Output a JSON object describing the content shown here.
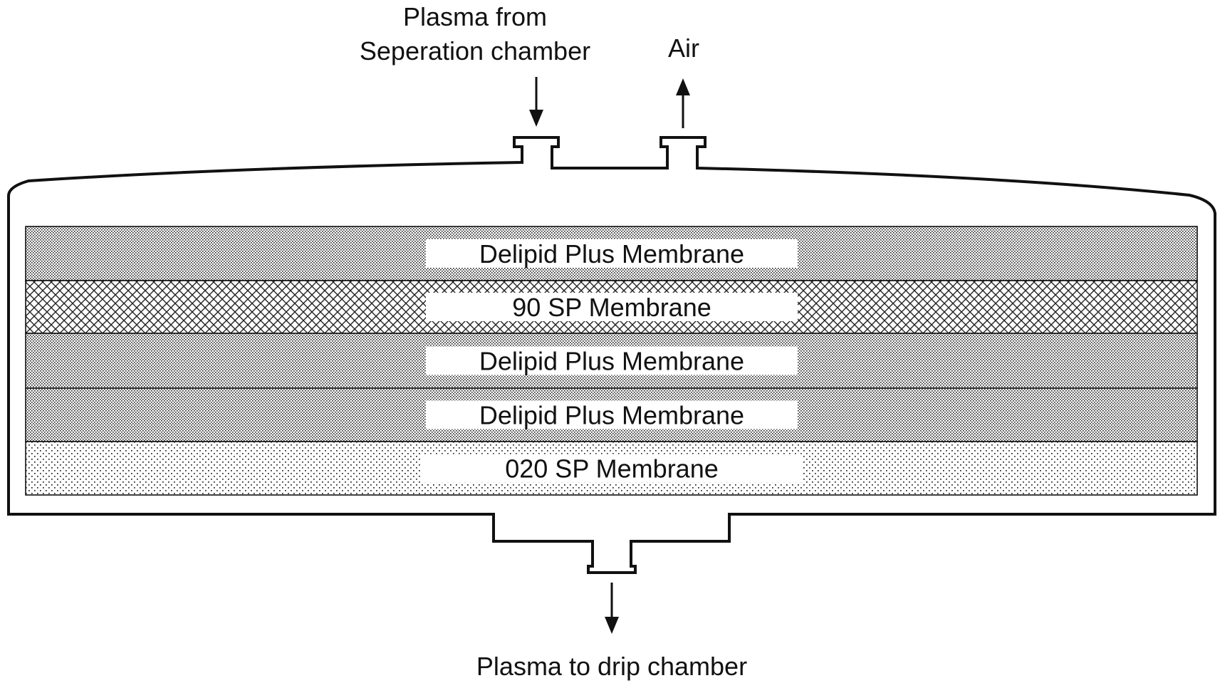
{
  "labels": {
    "inlet_line1": "Plasma from",
    "inlet_line2": "Seperation chamber",
    "air": "Air",
    "outlet": "Plasma to drip chamber"
  },
  "layers": [
    {
      "label": "Delipid Plus Membrane",
      "pattern": "fine-dots"
    },
    {
      "label": "90 SP Membrane",
      "pattern": "crosshatch"
    },
    {
      "label": "Delipid Plus Membrane",
      "pattern": "fine-dots"
    },
    {
      "label": "Delipid Plus Membrane",
      "pattern": "fine-dots"
    },
    {
      "label": "020 SP Membrane",
      "pattern": "sparse-dots"
    }
  ],
  "colors": {
    "stroke": "#111111",
    "background": "#ffffff"
  }
}
